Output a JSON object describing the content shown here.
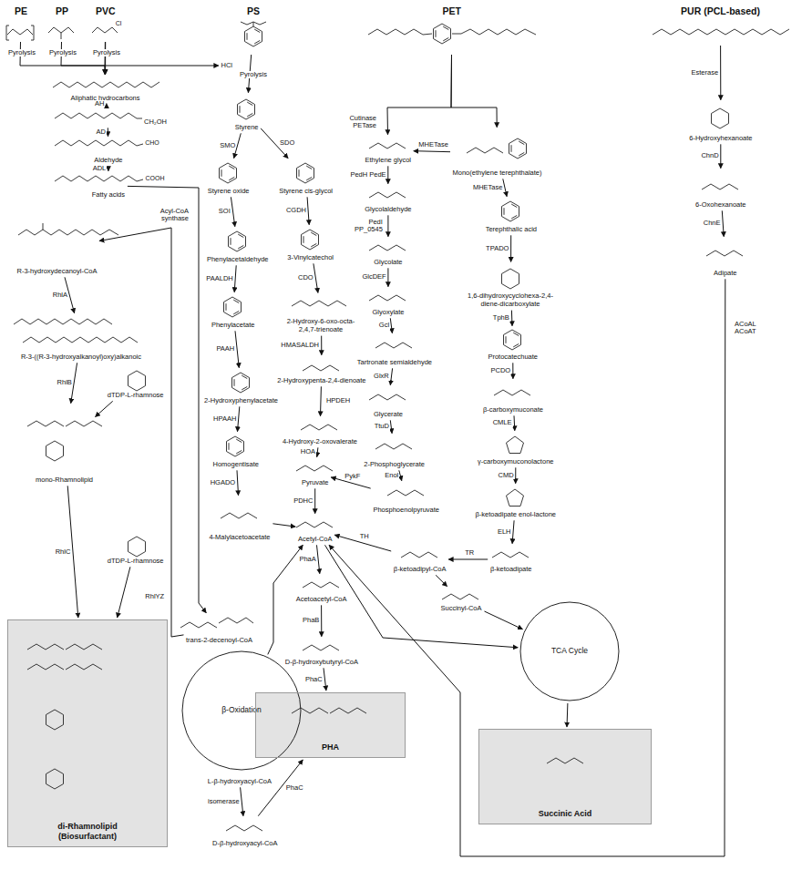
{
  "diagram": {
    "nodes": [
      {
        "text": [
          "PE"
        ]
      },
      {
        "text": [
          "PP"
        ]
      },
      {
        "text": [
          "PVC"
        ]
      },
      {
        "text": [
          "PS"
        ]
      },
      {
        "text": [
          "PET"
        ]
      },
      {
        "text": [
          "PUR (PCL-based)"
        ]
      },
      {
        "text": [
          "HCl"
        ]
      },
      {
        "text": [
          "Aliphatic hydrocarbons"
        ]
      },
      {
        "text": [
          "CH₂OH"
        ]
      },
      {
        "text": [
          "Aldehyde"
        ]
      },
      {
        "text": [
          "Fatty acids"
        ]
      },
      {
        "text": [
          "R-3-hydroxydecanoyl-CoA"
        ]
      },
      {
        "text": [
          "R-3-((R-3-hydroxyalkanoyl)oxy)alkanoic"
        ]
      },
      {
        "text": [
          "dTDP-L-rhamnose"
        ]
      },
      {
        "text": [
          "mono-Rhamnolipid"
        ]
      },
      {
        "text": [
          "dTDP-L-rhamnose"
        ]
      },
      {
        "text": [
          "di-Rhamnolipid (Biosurfactant)"
        ]
      },
      {
        "text": [
          "β-Oxidation"
        ]
      },
      {
        "text": [
          "trans-2-decenoyl-CoA"
        ]
      },
      {
        "text": [
          "L-β-hydroxyacyl-CoA"
        ]
      },
      {
        "text": [
          "D-β-hydroxyacyl-CoA"
        ]
      },
      {
        "text": [
          "Styrene"
        ]
      },
      {
        "text": [
          "Styrene oxide"
        ]
      },
      {
        "text": [
          "Phenylacetaldehyde"
        ]
      },
      {
        "text": [
          "Phenylacetate"
        ]
      },
      {
        "text": [
          "2-Hydroxyphenylacetate"
        ]
      },
      {
        "text": [
          "Homogentisate"
        ]
      },
      {
        "text": [
          "4-Malylacetoacetate"
        ]
      },
      {
        "text": [
          "Styrene cis-glycol"
        ]
      },
      {
        "text": [
          "3-Vinylcatechol"
        ]
      },
      {
        "text": [
          "2-Hydroxy-6-oxo-octa-2,4,7-trienoate"
        ]
      },
      {
        "text": [
          "2-Hydroxypenta-2,4-dienoate"
        ]
      },
      {
        "text": [
          "4-Hydroxy-2-oxovalerate"
        ]
      },
      {
        "text": [
          "Pyruvate"
        ]
      },
      {
        "text": [
          "Acetyl-CoA"
        ]
      },
      {
        "text": [
          "Acetoacetyl-CoA"
        ]
      },
      {
        "text": [
          "D-β-hydroxybutyryl-CoA"
        ]
      },
      {
        "text": [
          "PHA"
        ]
      },
      {
        "text": [
          "Ethylene glycol"
        ]
      },
      {
        "text": [
          "Glycolaldehyde"
        ]
      },
      {
        "text": [
          "Glycolate"
        ]
      },
      {
        "text": [
          "Glyoxylate"
        ]
      },
      {
        "text": [
          "Tartronate semialdehyde"
        ]
      },
      {
        "text": [
          "Glycerate"
        ]
      },
      {
        "text": [
          "2-Phosphoglycerate"
        ]
      },
      {
        "text": [
          "Phosphoenolpyruvate"
        ]
      },
      {
        "text": [
          "Mono(ethylene terephthalate)"
        ]
      },
      {
        "text": [
          "Terephthalic acid"
        ]
      },
      {
        "text": [
          "1,6-dihydroxycyclohexa-2,4-diene-dicarboxylate"
        ]
      },
      {
        "text": [
          "Protocatechuate"
        ]
      },
      {
        "text": [
          "β-carboxymuconate"
        ]
      },
      {
        "text": [
          "γ-carboxymuconolactone"
        ]
      },
      {
        "text": [
          "β-ketoadipate enol-lactone"
        ]
      },
      {
        "text": [
          "β-ketoadipate"
        ]
      },
      {
        "text": [
          "β-ketoadipyl-CoA"
        ]
      },
      {
        "text": [
          "Succinyl-CoA"
        ]
      },
      {
        "text": [
          "TCA Cycle"
        ]
      },
      {
        "text": [
          "Succinic Acid"
        ]
      },
      {
        "text": [
          "6-Hydroxyhexanoate"
        ]
      },
      {
        "text": [
          "6-Oxohexanoate"
        ]
      },
      {
        "text": [
          "Adipate"
        ]
      }
    ],
    "edges": [
      {
        "from": 0,
        "to": 7,
        "label": "Pyrolysis",
        "arrow": "to"
      },
      {
        "from": 1,
        "to": 7,
        "label": "Pyrolysis",
        "arrow": "to"
      },
      {
        "from": 2,
        "to": 7,
        "label": "Pyrolysis",
        "arrow": "to"
      },
      {
        "from": 2,
        "to": 6,
        "arrow": "to"
      },
      {
        "from": 7,
        "to": 8,
        "label": "AH",
        "arrow": "to"
      },
      {
        "from": 8,
        "to": 9,
        "label": "AD",
        "arrow": "to"
      },
      {
        "from": 9,
        "to": 10,
        "label": "ADL",
        "arrow": "to"
      },
      {
        "from": 10,
        "to": 18,
        "label": "Acyl-CoA synthase",
        "arrow": "to"
      },
      {
        "from": 18,
        "to": 11,
        "label": "RhlYZ",
        "arrow": "to"
      },
      {
        "from": 11,
        "to": 12,
        "label": "RhlA",
        "arrow": "to"
      },
      {
        "from": 12,
        "to": 14,
        "label": "RhlB",
        "arrow": "to"
      },
      {
        "from": 13,
        "to": 14,
        "arrow": "to"
      },
      {
        "from": 14,
        "to": 16,
        "label": "RhlC",
        "arrow": "to"
      },
      {
        "from": 15,
        "to": 16,
        "arrow": "to"
      },
      {
        "from": 19,
        "to": 20,
        "label": "isomerase",
        "arrow": "to"
      },
      {
        "from": 20,
        "to": 37,
        "label": "PhaC",
        "arrow": "to"
      },
      {
        "from": 17,
        "to": 34,
        "arrow": "to"
      },
      {
        "from": 3,
        "to": 21,
        "label": "Pyrolysis",
        "arrow": "to"
      },
      {
        "from": 21,
        "to": 22,
        "label": "SMO",
        "arrow": "to"
      },
      {
        "from": 21,
        "to": 28,
        "label": "SDO",
        "arrow": "to"
      },
      {
        "from": 22,
        "to": 23,
        "label": "SOI",
        "arrow": "to"
      },
      {
        "from": 23,
        "to": 24,
        "label": "PAALDH",
        "arrow": "to"
      },
      {
        "from": 24,
        "to": 25,
        "label": "PAAH",
        "arrow": "to"
      },
      {
        "from": 25,
        "to": 26,
        "label": "HPAAH",
        "arrow": "to"
      },
      {
        "from": 26,
        "to": 27,
        "label": "HGADO",
        "arrow": "to"
      },
      {
        "from": 27,
        "to": 34,
        "arrow": "to"
      },
      {
        "from": 28,
        "to": 29,
        "label": "CGDH",
        "arrow": "to"
      },
      {
        "from": 29,
        "to": 30,
        "label": "CDO",
        "arrow": "to"
      },
      {
        "from": 30,
        "to": 31,
        "label": "HMASALDH",
        "arrow": "to"
      },
      {
        "from": 31,
        "to": 32,
        "label": "HPDEH",
        "arrow": "to"
      },
      {
        "from": 32,
        "to": 33,
        "label": "HOA",
        "arrow": "to"
      },
      {
        "from": 33,
        "to": 34,
        "label": "PDHC",
        "arrow": "to"
      },
      {
        "from": 34,
        "to": 35,
        "label": "PhaA",
        "arrow": "to"
      },
      {
        "from": 35,
        "to": 36,
        "label": "PhaB",
        "arrow": "to"
      },
      {
        "from": 36,
        "to": 37,
        "label": "PhaC",
        "arrow": "to"
      },
      {
        "from": 4,
        "to": 38,
        "label": "Cutinase PETase",
        "arrow": "to"
      },
      {
        "from": 4,
        "to": 46,
        "arrow": "to"
      },
      {
        "from": 46,
        "to": 38,
        "label": "MHETase",
        "arrow": "to"
      },
      {
        "from": 46,
        "to": 47,
        "label": "MHETase",
        "arrow": "to"
      },
      {
        "from": 38,
        "to": 39,
        "label": "PedH PedE",
        "arrow": "to"
      },
      {
        "from": 39,
        "to": 40,
        "label": "PedI PP_0545",
        "arrow": "to"
      },
      {
        "from": 40,
        "to": 41,
        "label": "GlcDEF",
        "arrow": "to"
      },
      {
        "from": 41,
        "to": 42,
        "label": "Gcl",
        "arrow": "to"
      },
      {
        "from": 42,
        "to": 43,
        "label": "GlxR",
        "arrow": "to"
      },
      {
        "from": 43,
        "to": 44,
        "label": "TtuD",
        "arrow": "to"
      },
      {
        "from": 44,
        "to": 45,
        "label": "Enol",
        "arrow": "to"
      },
      {
        "from": 45,
        "to": 33,
        "label": "PykF",
        "arrow": "to"
      },
      {
        "from": 47,
        "to": 48,
        "label": "TPADO",
        "arrow": "to"
      },
      {
        "from": 48,
        "to": 49,
        "label": "TphB",
        "arrow": "to"
      },
      {
        "from": 49,
        "to": 50,
        "label": "PCDO",
        "arrow": "to"
      },
      {
        "from": 50,
        "to": 51,
        "label": "CMLE",
        "arrow": "to"
      },
      {
        "from": 51,
        "to": 52,
        "label": "CMD",
        "arrow": "to"
      },
      {
        "from": 52,
        "to": 53,
        "label": "ELH",
        "arrow": "to"
      },
      {
        "from": 53,
        "to": 54,
        "label": "TR",
        "arrow": "to"
      },
      {
        "from": 54,
        "to": 34,
        "label": "TH",
        "arrow": "to"
      },
      {
        "from": 54,
        "to": 55,
        "arrow": "to"
      },
      {
        "from": 34,
        "to": 56,
        "arrow": "to"
      },
      {
        "from": 55,
        "to": 56,
        "arrow": "to"
      },
      {
        "from": 56,
        "to": 57,
        "arrow": "to"
      },
      {
        "from": 5,
        "to": 58,
        "label": "Esterase",
        "arrow": "to"
      },
      {
        "from": 58,
        "to": 59,
        "label": "ChnD",
        "arrow": "to"
      },
      {
        "from": 59,
        "to": 60,
        "label": "ChnE",
        "arrow": "to"
      },
      {
        "from": 60,
        "to": 34,
        "label": "ACoAL ACoAT",
        "arrow": "to"
      }
    ],
    "labels": [
      "Cl",
      "CHO",
      "COOH"
    ]
  }
}
